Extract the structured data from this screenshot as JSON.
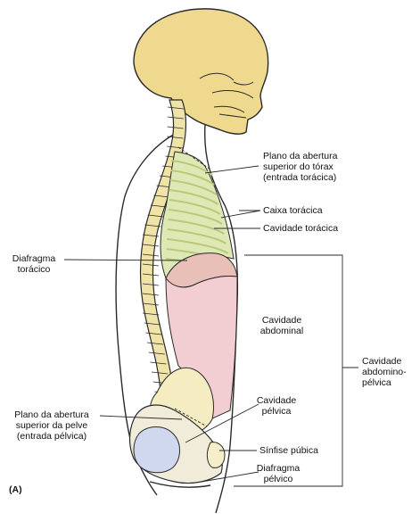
{
  "figure_id": "(A)",
  "labels": {
    "thoracic_inlet": "Plano da abertura\nsuperior do tórax\n(entrada torácica)",
    "thoracic_cage": "Caixa torácica",
    "thoracic_cavity": "Cavidade torácica",
    "thoracic_diaphragm": "Diafragma\ntorácico",
    "abdominal_cavity": "Cavidade\nabdominal",
    "abdominopelvic_cavity": "Cavidade\nabdomino-\npélvica",
    "pelvic_inlet": "Plano da abertura\nsuperior da pelve\n(entrada pélvica)",
    "pelvic_cavity": "Cavidade\npélvica",
    "pubic_symphysis": "Sínfise púbica",
    "pelvic_diaphragm": "Diafragma\npélvico"
  },
  "colors": {
    "outline": "#2a2a2a",
    "skull": "#efd98e",
    "bone": "#f6eec9",
    "spine": "#efe3a8",
    "thoracic": "#dde8b5",
    "rib": "#b8ca7a",
    "diaphragm": "#e8c0b8",
    "abdominal": "#f2cdd2",
    "pelvic": "#f5ecc2",
    "pelvic_bone": "#f0ecd9",
    "femur_head": "#cfd8ee"
  }
}
